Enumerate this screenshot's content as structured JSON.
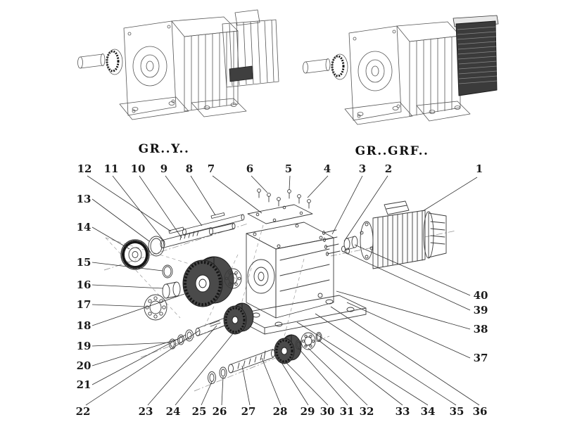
{
  "headings": {
    "left": "GR..Y..",
    "right": "GR..GRF.."
  },
  "callouts": {
    "top": [
      "12",
      "11",
      "10",
      "9",
      "8",
      "7",
      "6",
      "5",
      "4",
      "3",
      "2",
      "1"
    ],
    "left": [
      "13",
      "14",
      "15",
      "16",
      "17",
      "18",
      "19",
      "20",
      "21"
    ],
    "bottom": [
      "22",
      "23",
      "24",
      "25",
      "26",
      "27",
      "28",
      "29",
      "30",
      "31",
      "32",
      "33",
      "34",
      "35",
      "36"
    ],
    "right": [
      "40",
      "39",
      "38",
      "37"
    ]
  },
  "colors": {
    "background": "#ffffff",
    "line": "#3a3a3a",
    "dark_part": "#4a4a4a"
  }
}
